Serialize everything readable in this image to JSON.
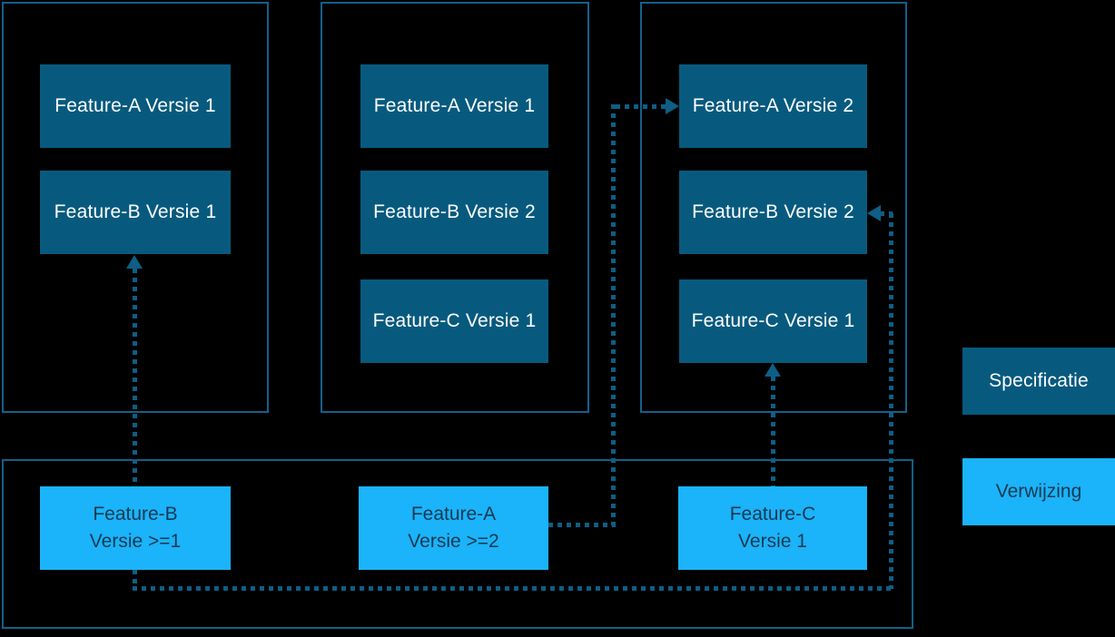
{
  "diagram": {
    "specification_groups": [
      {
        "boxes": [
          {
            "label": "Feature-A Versie 1"
          },
          {
            "label": "Feature-B Versie 1"
          }
        ]
      },
      {
        "boxes": [
          {
            "label": "Feature-A Versie 1"
          },
          {
            "label": "Feature-B Versie 2"
          },
          {
            "label": "Feature-C Versie 1"
          }
        ]
      },
      {
        "boxes": [
          {
            "label": "Feature-A Versie 2"
          },
          {
            "label": "Feature-B Versie 2"
          },
          {
            "label": "Feature-C Versie 1"
          }
        ]
      }
    ],
    "reference_panel": {
      "boxes": [
        {
          "line1": "Feature-B",
          "line2": "Versie >=1"
        },
        {
          "line1": "Feature-A",
          "line2": "Versie >=2"
        },
        {
          "line1": "Feature-C",
          "line2": "Versie 1"
        }
      ]
    },
    "legend": {
      "specification": "Specificatie",
      "reference": "Verwijzing"
    }
  },
  "colors": {
    "background": "#000000",
    "specification_fill": "#075a7e",
    "reference_fill": "#1bb3f9",
    "container_border": "#156089",
    "connector": "#0e5e85",
    "specification_text": "#ffffff",
    "reference_text": "#123a52"
  }
}
